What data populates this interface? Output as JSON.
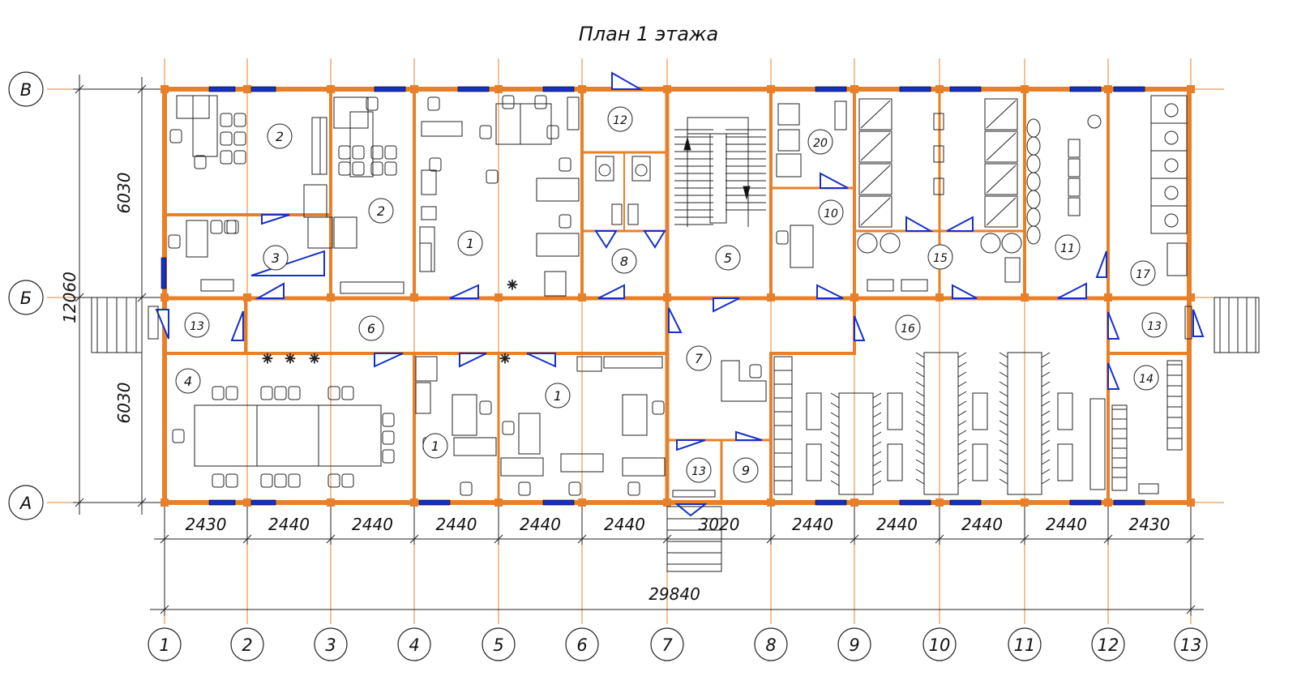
{
  "title": "План 1 этажа",
  "colors": {
    "wall": "#e8802a",
    "window": "#1530c8",
    "line": "#222222",
    "axis": "#e8802a"
  },
  "axes": {
    "columns": [
      "1",
      "2",
      "3",
      "4",
      "5",
      "6",
      "7",
      "8",
      "9",
      "10",
      "11",
      "12",
      "13"
    ],
    "rows": [
      "В",
      "Б",
      "А"
    ]
  },
  "dimensions": {
    "spans": [
      "2430",
      "2440",
      "2440",
      "2440",
      "2440",
      "2440",
      "3020",
      "2440",
      "2440",
      "2440",
      "2440",
      "2430"
    ],
    "total": "29840",
    "left_upper": "6030",
    "left_lower": "6030",
    "left_total": "12060"
  },
  "rooms": [
    {
      "id": "r1",
      "label": "2"
    },
    {
      "id": "r2",
      "label": "2"
    },
    {
      "id": "r3",
      "label": "3"
    },
    {
      "id": "r4",
      "label": "1"
    },
    {
      "id": "r5",
      "label": "12"
    },
    {
      "id": "r6",
      "label": "8"
    },
    {
      "id": "r7",
      "label": "5"
    },
    {
      "id": "r8",
      "label": "20"
    },
    {
      "id": "r9",
      "label": "10"
    },
    {
      "id": "r10",
      "label": "15"
    },
    {
      "id": "r11",
      "label": "11"
    },
    {
      "id": "r12",
      "label": "17"
    },
    {
      "id": "r13",
      "label": "13"
    },
    {
      "id": "r14",
      "label": "6"
    },
    {
      "id": "r15",
      "label": "7"
    },
    {
      "id": "r16",
      "label": "16"
    },
    {
      "id": "r17",
      "label": "13"
    },
    {
      "id": "r18",
      "label": "4"
    },
    {
      "id": "r19",
      "label": "1"
    },
    {
      "id": "r20",
      "label": "1"
    },
    {
      "id": "r21",
      "label": "13"
    },
    {
      "id": "r22",
      "label": "9"
    },
    {
      "id": "r23",
      "label": "14"
    }
  ]
}
